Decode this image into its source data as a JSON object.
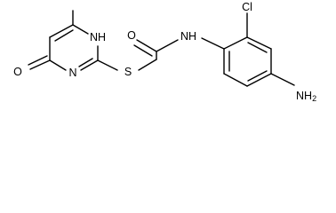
{
  "molecule": {
    "atoms": {
      "methyl": "",
      "nh_ring": "NH",
      "oxo": "O",
      "n_ring": "N",
      "s": "S",
      "o_amide": "O",
      "nh_amide": "NH",
      "cl": "Cl",
      "nh2": "NH",
      "nh2_sub": "2"
    }
  }
}
